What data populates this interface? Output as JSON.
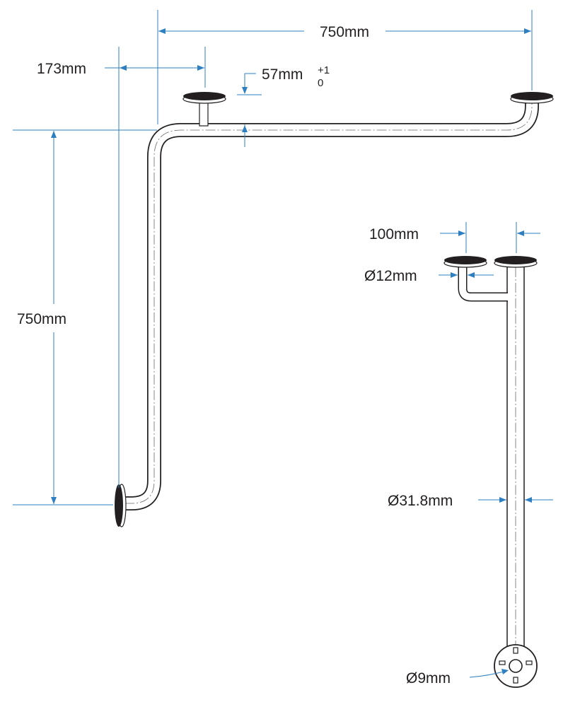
{
  "dimensions": {
    "top_width": "750mm",
    "left_offset": "173mm",
    "flange_depth": "57mm",
    "flange_tol_plus": "+1",
    "flange_tol_minus": "0",
    "left_height": "750mm",
    "projection": "100mm",
    "stem_diameter": "Ø12mm",
    "tube_diameter": "Ø31.8mm",
    "hole_diameter": "Ø9mm"
  },
  "colors": {
    "dimension_line": "#2e7fc1",
    "outline": "#231f20",
    "background": "#ffffff"
  }
}
